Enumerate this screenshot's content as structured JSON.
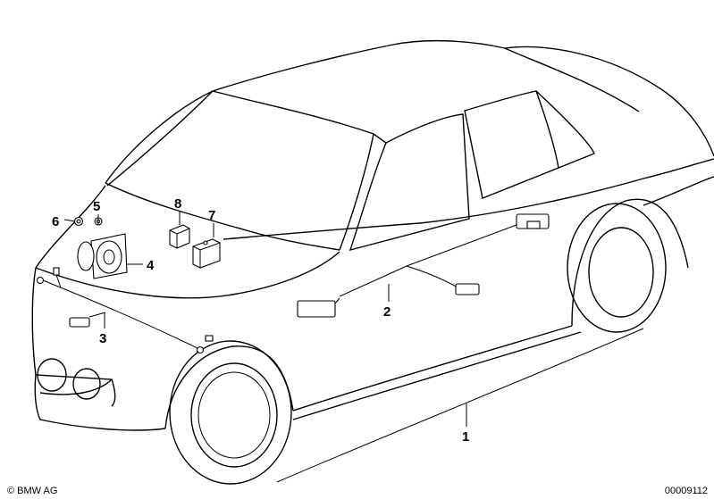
{
  "callouts": [
    {
      "id": "1",
      "label": "1"
    },
    {
      "id": "2",
      "label": "2"
    },
    {
      "id": "3",
      "label": "3"
    },
    {
      "id": "4",
      "label": "4"
    },
    {
      "id": "5",
      "label": "5"
    },
    {
      "id": "6",
      "label": "6"
    },
    {
      "id": "7",
      "label": "7"
    },
    {
      "id": "8",
      "label": "8"
    }
  ],
  "footer": {
    "copyright": "© BMW AG",
    "diagram_number": "00009112"
  }
}
